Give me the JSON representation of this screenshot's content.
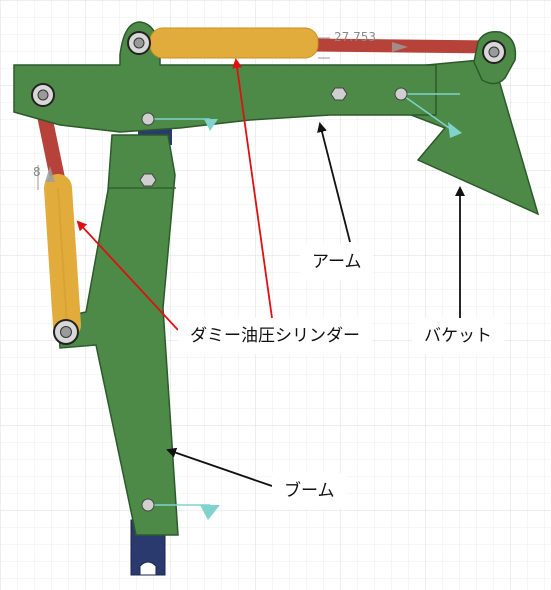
{
  "labels": {
    "arm": "アーム",
    "cylinder": "ダミー油圧シリンダー",
    "bucket": "バケット",
    "boom": "ブーム"
  },
  "dimensions": {
    "top_cylinder": "27.753",
    "left_cylinder": "8"
  },
  "colors": {
    "grid": "#e3e3e3",
    "body_green": "#4e8a47",
    "outline": "#2c5a2b",
    "cylinder_yellow": "#e2ac3c",
    "rod_red": "#b6423a",
    "bracket_blue": "#2b3a6e",
    "arrow_red": "#dd1111",
    "arrow_black": "#111111",
    "teal_triad": "#7fd3cc"
  }
}
